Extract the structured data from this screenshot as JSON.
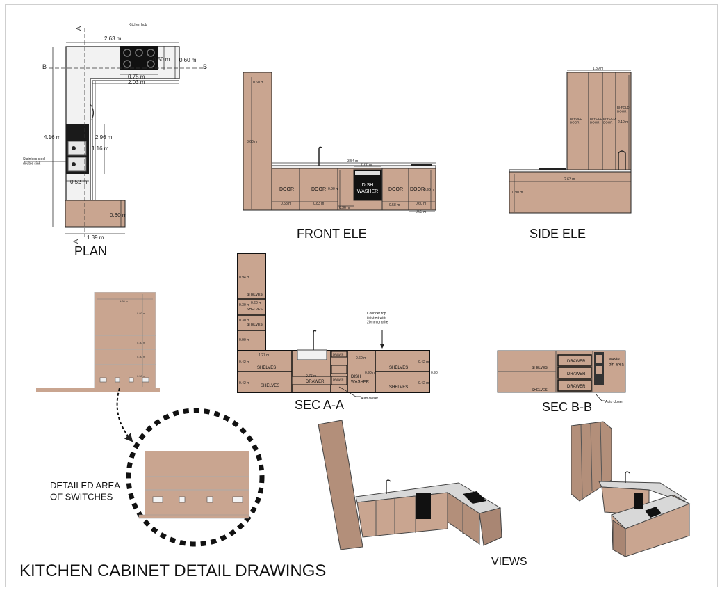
{
  "sheet_title": "KITCHEN CABINET DETAIL DRAWINGS",
  "colors": {
    "cabinet": "#c9a590",
    "cabinet_dark": "#b38f7a",
    "outline": "#222222",
    "counter": "#e8e8e8",
    "hob": "#111111",
    "dim": "#333333",
    "background": "#ffffff"
  },
  "plan": {
    "title": "PLAN",
    "section_markers": [
      "A",
      "A",
      "B",
      "B"
    ],
    "dims": {
      "top_total": "2.63 m",
      "hob_width": "0.75 m",
      "inner_top": "2.03 m",
      "hob_depth": "0.50 m",
      "counter_depth": "0.60 m",
      "left_total": "4.16 m",
      "inner_left": "2.96 m",
      "sink_length": "1.16 m",
      "sink_width": "0.52 m",
      "bottom_depth": "0.60 m",
      "bottom_width": "1.39 m"
    },
    "notes": {
      "hob": "Kitchen hob",
      "sink": "Stainless steel\ndouble sink"
    }
  },
  "front_elevation": {
    "title": "FRONT ELE",
    "tall_unit_width": "0.60 m",
    "tall_unit_height": "3.60 m",
    "overall_width": "3.54 m",
    "dishwasher_width": "0.60 m",
    "doors": [
      "DOOR",
      "DOOR",
      "DOOR",
      "DOOR"
    ],
    "dishwasher": "DISH\nWASHER",
    "base_dims": [
      "0.58 m",
      "0.83 m",
      "0.90 m",
      "0.36 m",
      "0.58 m",
      "0.60 m",
      "0.62 m",
      "0.90 m"
    ]
  },
  "side_elevation": {
    "title": "SIDE ELE",
    "top_width": "1.39 m",
    "overall_width": "2.63 m",
    "height": "0.90 m",
    "tall_height": "2.10 m",
    "doors": [
      "BI-FOLD\nDOOR",
      "BI-FOLD\nDOOR",
      "BI-FOLD\nDOOR",
      "BI-FOLD\nDOOR"
    ]
  },
  "switch_elevation": {
    "dims": [
      "1.34 m",
      "0.92 m",
      "0.30 m",
      "0.30 m",
      "0.50 m"
    ]
  },
  "detail": {
    "label": "DETAILED AREA\nOF SWITCHES"
  },
  "section_aa": {
    "title": "SEC A-A",
    "labels": {
      "shelves": "SHELVES",
      "drawer": "DRAWER",
      "dish": "DISH\nWASHER",
      "counter_note": "Counder top\nfinished with\n20mm granite",
      "auto_closer": "Auto closer"
    },
    "tall_dims": [
      "0.94 m",
      "0.60 m",
      "0.30 m",
      "0.30 m",
      "0.90 m"
    ],
    "base_dims": [
      "1.27 m",
      "0.42 m",
      "0.42 m",
      "0.76 m",
      "0.90 m",
      "0.60 m",
      "0.42 m",
      "0.42 m",
      "0.90"
    ]
  },
  "section_bb": {
    "title": "SEC B-B",
    "labels": {
      "shelves": "SHELVES",
      "drawer": "DRAWER",
      "waste": "waste\nbin area",
      "auto_closer": "Auto closer"
    }
  },
  "views": {
    "title": "VIEWS"
  }
}
